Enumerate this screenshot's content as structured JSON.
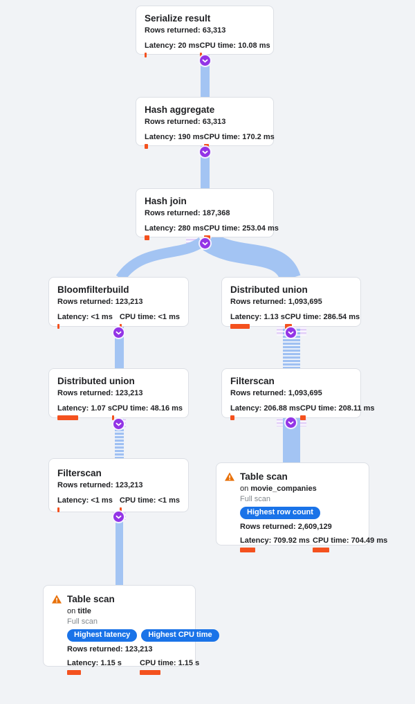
{
  "labels": {
    "rows": "Rows returned:",
    "latency": "Latency:",
    "cpu": "CPU time:",
    "on": "on",
    "full_scan": "Full scan"
  },
  "colors": {
    "background": "#f1f3f6",
    "bar_orange": "#f4511e",
    "badge_blue": "#1a73e8",
    "expand_purple": "#9334e6",
    "warning_orange": "#e8710a",
    "connector_blue": "#a3c4f3"
  },
  "nodes": [
    {
      "title": "Serialize result",
      "rows": "63,313",
      "latency": "20 ms",
      "cpu": "10.08 ms",
      "latency_bar": 3,
      "cpu_bar": 3
    },
    {
      "title": "Hash aggregate",
      "rows": "63,313",
      "latency": "190 ms",
      "cpu": "170.2 ms",
      "latency_bar": 5,
      "cpu_bar": 7
    },
    {
      "title": "Hash join",
      "rows": "187,368",
      "latency": "280 ms",
      "cpu": "253.04 ms",
      "latency_bar": 7,
      "cpu_bar": 9
    },
    {
      "title": "Bloomfilterbuild",
      "rows": "123,213",
      "latency": "<1 ms",
      "cpu": "<1 ms",
      "latency_bar": 3,
      "cpu_bar": 3
    },
    {
      "title": "Distributed union",
      "rows": "1,093,695",
      "latency": "1.13 s",
      "cpu": "286.54 ms",
      "latency_bar": 28,
      "cpu_bar": 10
    },
    {
      "title": "Distributed union",
      "rows": "123,213",
      "latency": "1.07 s",
      "cpu": "48.16 ms",
      "latency_bar": 30,
      "cpu_bar": 3
    },
    {
      "title": "Filterscan",
      "rows": "1,093,695",
      "latency": "206.88 ms",
      "cpu": "208.11 ms",
      "latency_bar": 6,
      "cpu_bar": 8
    },
    {
      "title": "Filterscan",
      "rows": "123,213",
      "latency": "<1 ms",
      "cpu": "<1 ms",
      "latency_bar": 3,
      "cpu_bar": 3
    },
    {
      "title": "Table scan",
      "table": "movie_companies",
      "scan_type": "Full scan",
      "badges": [
        "Highest row count"
      ],
      "rows": "2,609,129",
      "latency": "709.92 ms",
      "cpu": "704.49 ms",
      "latency_bar": 22,
      "cpu_bar": 24
    },
    {
      "title": "Table scan",
      "table": "title",
      "scan_type": "Full scan",
      "badges": [
        "Highest latency",
        "Highest CPU time"
      ],
      "rows": "123,213",
      "latency": "1.15 s",
      "cpu": "1.15 s",
      "latency_bar": 20,
      "cpu_bar": 30
    }
  ],
  "edges": [
    {
      "from": "Serialize result",
      "to": "Hash aggregate",
      "style": "solid"
    },
    {
      "from": "Hash aggregate",
      "to": "Hash join",
      "style": "solid"
    },
    {
      "from": "Hash join",
      "to": "Bloomfilterbuild",
      "style": "solid-curve"
    },
    {
      "from": "Hash join",
      "to": "Distributed union (right)",
      "style": "solid-curve"
    },
    {
      "from": "Bloomfilterbuild",
      "to": "Distributed union (left)",
      "style": "solid"
    },
    {
      "from": "Distributed union (left)",
      "to": "Filterscan (left)",
      "style": "striped"
    },
    {
      "from": "Filterscan (left)",
      "to": "Table scan on title",
      "style": "solid"
    },
    {
      "from": "Distributed union (right)",
      "to": "Filterscan (right)",
      "style": "striped"
    },
    {
      "from": "Filterscan (right)",
      "to": "Table scan on movie_companies",
      "style": "solid"
    }
  ]
}
